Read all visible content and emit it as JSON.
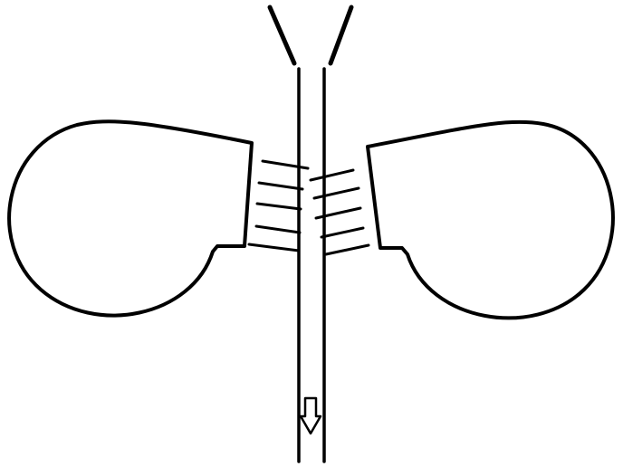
{
  "diagram": {
    "background_color": "#ffffff",
    "stroke_color": "#000000",
    "flow_direction": "down",
    "components": [
      "funnel-inlet",
      "vertical-tube",
      "left-blower-housing",
      "right-blower-housing",
      "left-nozzle-jets",
      "right-nozzle-jets",
      "flow-direction-arrow"
    ],
    "left_jet_count": 5,
    "right_jet_count": 5
  }
}
